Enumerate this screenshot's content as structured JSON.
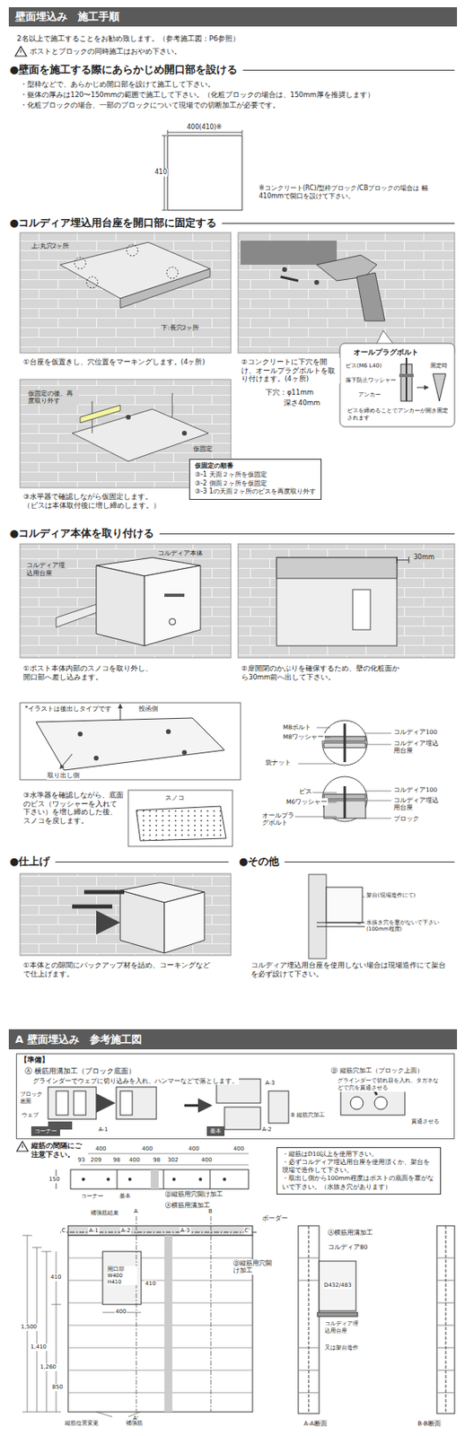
{
  "diagram": {
    "title": "壁面埋込み　施工手順",
    "nodes": [
      {
        "text": [
          "仮固定の順番",
          "③-1 天面２ヶ所を仮固定",
          "③-2 側面２ヶ所を仮固定",
          "③-3 1の天面２ヶ所のビスを再度取り外す"
        ]
      },
      {
        "text": [
          "A 壁面埋込み　参考施工図"
        ]
      },
      {
        "text": [
          "【準備】"
        ]
      },
      {
        "text": [
          "コーナー"
        ],
        "in": 2
      },
      {
        "text": [
          "基本"
        ],
        "in": 2
      },
      {
        "text": [
          "・縦筋はD10以上を使用下さい。",
          "・必ずコルディア埋込用台座を使用頂くか、架台を現場で造作して下さい。",
          "・取出し側から100mm程度はポストの底面を塞がないで下さい。（水抜き穴があります）"
        ]
      }
    ],
    "labels": [
      "2名以上で施工することをお勧め致します。（参考施工図：P6参照）",
      "ポストとブロックの同時施工はおやめ下さい。",
      "●壁面を施工する際にあらかじめ開口部を設ける",
      "・型枠などで、あらかじめ開口部を設けて施工して下さい。",
      "・躯体の厚みは120〜150mmの範囲で施工して下さい。（化粧ブロックの場合は、150mm厚を推奨します）",
      "・化粧ブロックの場合、一部のブロックについて現場での切断加工が必要です。",
      "400(410)※",
      "410",
      "※コンクリート(RC)/型枠ブロック/CBブロックの場合は 幅410mmで開口を設けて下さい。",
      "●コルディア埋込用台座を開口部に固定する",
      "上:丸穴2ヶ所",
      "下:長穴2ヶ所",
      "①台座を仮置きし、穴位置をマーキングします。(4ヶ所)",
      "②コンクリートに下穴を開け、オールプラグボルトを取り付けます。(4ヶ所)",
      "下穴：φ11mm",
      "深さ40mm",
      "オールプラグボルト",
      "ビス(M6 L40)",
      "落下防止ワッシャー",
      "アンカー",
      "固定時",
      "ビスを締めることでアンカーが開き固定されます",
      "仮固定の後、再度取り外す",
      "仮固定",
      "③水平器で確認しながら仮固定します。（ビスは本体取付後に増し締めします。）",
      "●コルディア本体を取り付ける",
      "コルディア本体",
      "コルディア埋込用台座",
      "30mm",
      "①ポスト本体内部のスノコを取り外し、開口部へ差し込みます。",
      "②扉開閉のかぶりを確保するため、壁の化粧面から30mm前へ出して下さい。",
      "*イラストは後出しタイプです",
      "投函側",
      "取り出し側",
      "M8ボルト",
      "M8ワッシャー",
      "袋ナット",
      "コルディア100",
      "コルディア埋込用台座",
      "ビス",
      "M6ワッシャー",
      "コルディア100",
      "コルディア埋込用台座",
      "オールプラグボルト",
      "ブロック",
      "スノコ",
      "③水準器を確認しながら、底面のビス（ワッシャーを入れて下さい）を増し締めした後、スノコを戻します。",
      "●仕上げ",
      "●その他",
      "①本体との隙間にバックアップ材を詰め、コーキングなどで仕上げます。",
      "架台(現場造作にて)",
      "水抜き穴を塞がないで下さい (100mm程度)",
      "コルディア埋込用台座を使用しない場合は現場造作にて架台を必ず設けて下さい。",
      "Ⓐ 横筋用溝加工（ブロック底面）",
      "グラインダーでウェブに切り込みを入れ、ハンマーなどで落とします。",
      "ブロック底面",
      "ウェブ",
      "A-1",
      "A-3",
      "B 縦筋穴加工",
      "A-2",
      "Ⓑ 縦筋穴加工（ブロック上面）",
      "グラインダーで切れ目を入れ、タガネなどで穴を貫通させる",
      "貫通させる",
      "縦筋の間隔にご注意下さい。",
      "400",
      "400",
      "400",
      "400",
      "93",
      "209",
      "98",
      "400",
      "98",
      "302",
      "400",
      "150",
      "コーナー",
      "基本",
      "Ⓑ縦筋用穴開け加工",
      "補強筋結束",
      "Ⓐ横筋用溝加工",
      "ボーダー",
      "C",
      "A-1",
      "A-2",
      "A-3",
      "C'",
      "開口部 W400 H410",
      "400",
      "410",
      "Ⓑ縦筋用穴開け加工",
      "410",
      "1,500",
      "1,410",
      "1,260",
      "850",
      "A",
      "B",
      "A'",
      "縦筋位置変更",
      "補強筋",
      "Ⓐ横筋用溝加工",
      "コルディア80",
      "D432/483",
      "コルディア埋込用台座",
      "又は架台造作",
      "A-A断面",
      "B-B断面"
    ]
  }
}
